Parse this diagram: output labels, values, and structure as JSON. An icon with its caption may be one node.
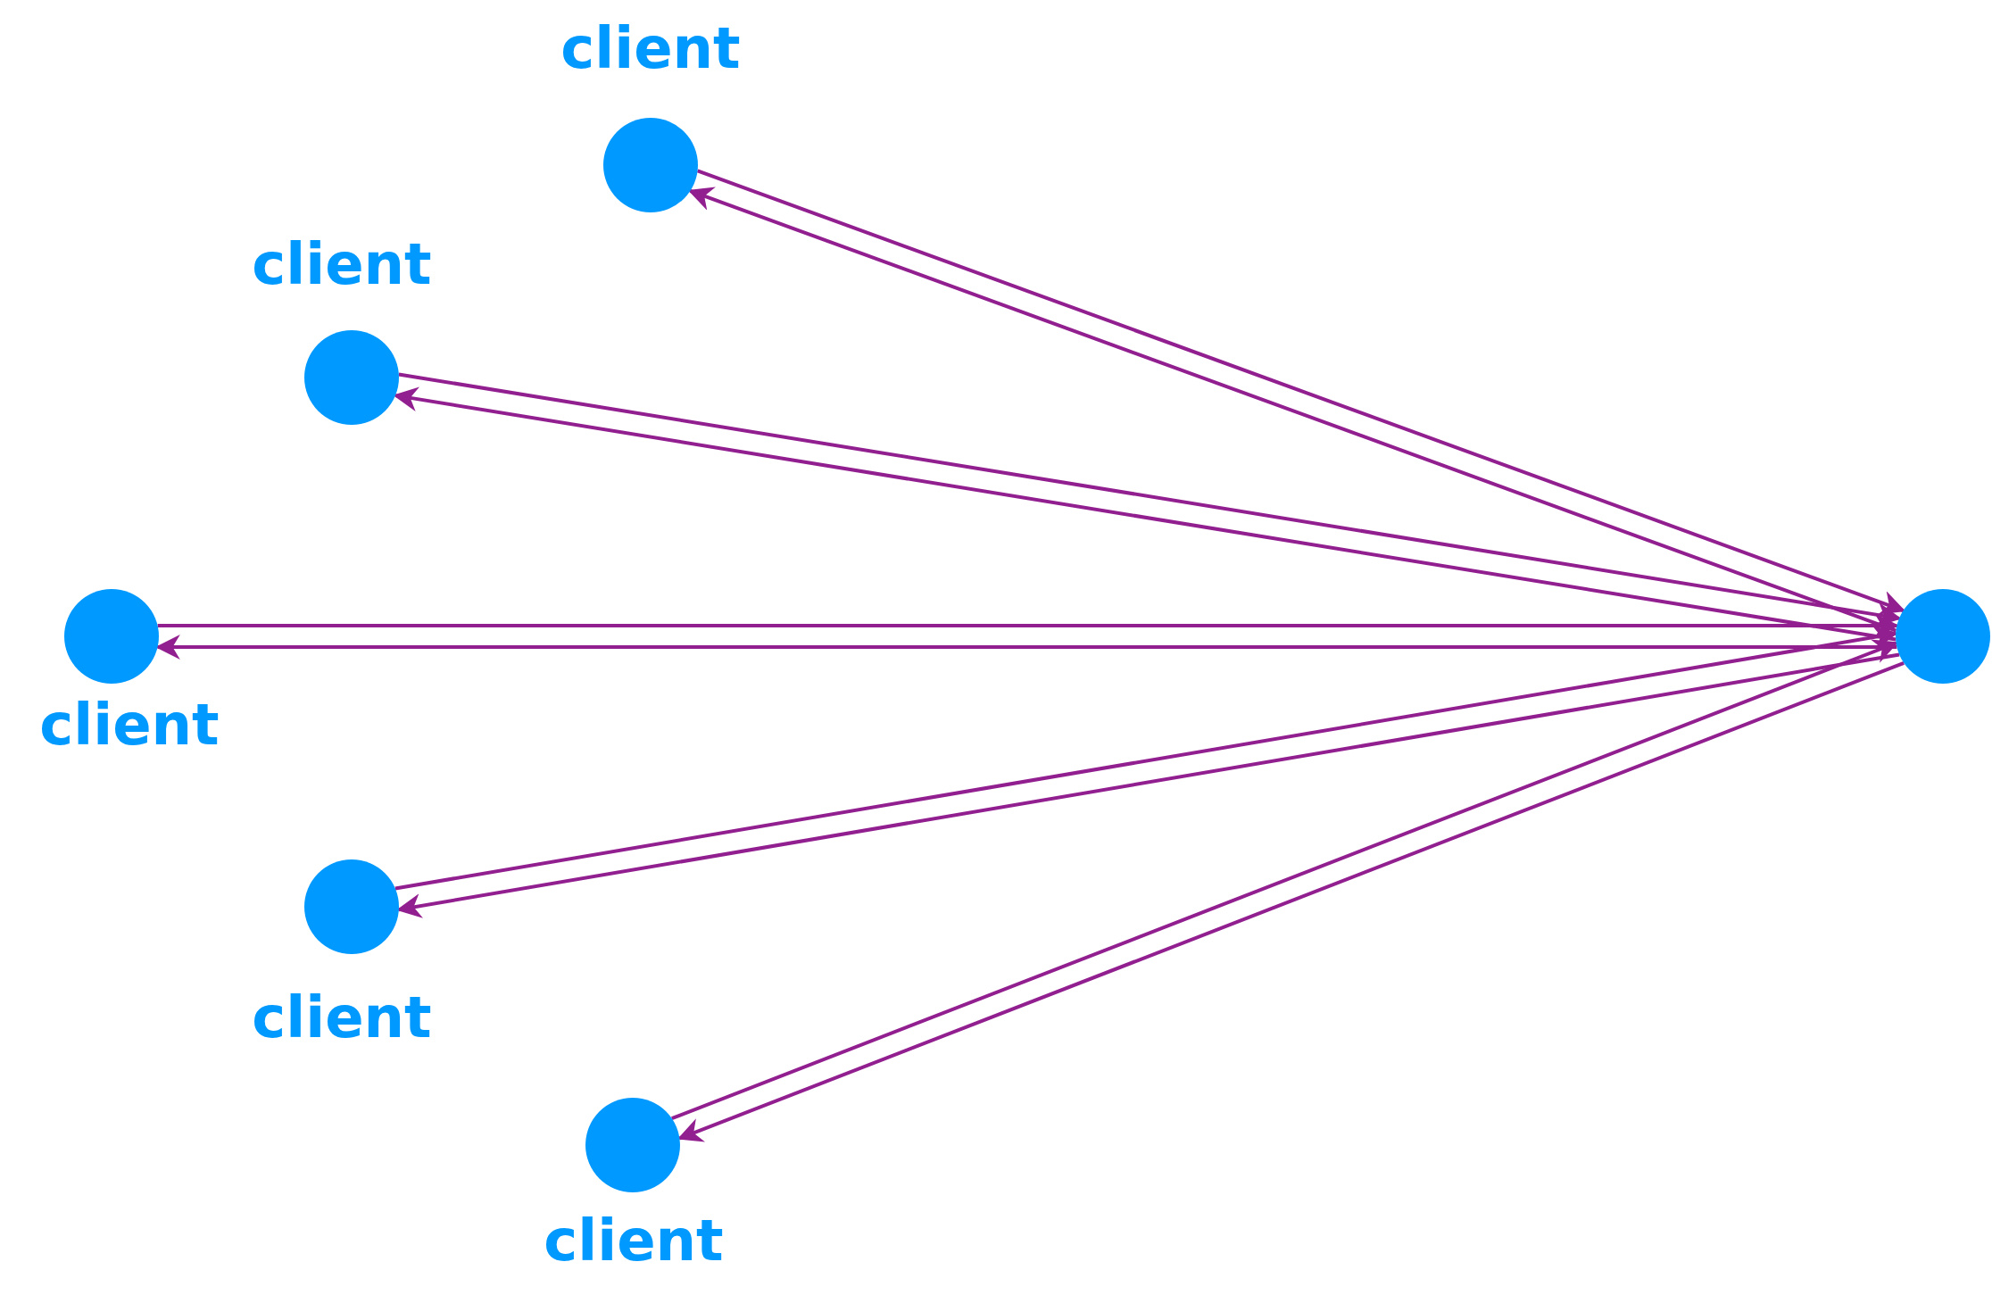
{
  "diagram": {
    "nodes": [
      {
        "text": [],
        "shape": "circle",
        "beside": [
          "client"
        ]
      },
      {
        "text": [],
        "shape": "circle",
        "beside": [
          "client"
        ]
      },
      {
        "text": [],
        "shape": "circle",
        "beside": [
          "client"
        ]
      },
      {
        "text": [],
        "shape": "circle",
        "beside": [
          "client"
        ]
      },
      {
        "text": [],
        "shape": "circle",
        "beside": [
          "client"
        ]
      },
      {
        "text": [],
        "shape": "circle"
      }
    ],
    "edges": [
      {
        "from": 0,
        "to": 5,
        "arrow": "to"
      },
      {
        "from": 5,
        "to": 0,
        "arrow": "to"
      },
      {
        "from": 1,
        "to": 5,
        "arrow": "to"
      },
      {
        "from": 5,
        "to": 1,
        "arrow": "to"
      },
      {
        "from": 2,
        "to": 5,
        "arrow": "to"
      },
      {
        "from": 5,
        "to": 2,
        "arrow": "to"
      },
      {
        "from": 3,
        "to": 5,
        "arrow": "to"
      },
      {
        "from": 5,
        "to": 3,
        "arrow": "to"
      },
      {
        "from": 4,
        "to": 5,
        "arrow": "to"
      },
      {
        "from": 5,
        "to": 4,
        "arrow": "to"
      }
    ]
  }
}
